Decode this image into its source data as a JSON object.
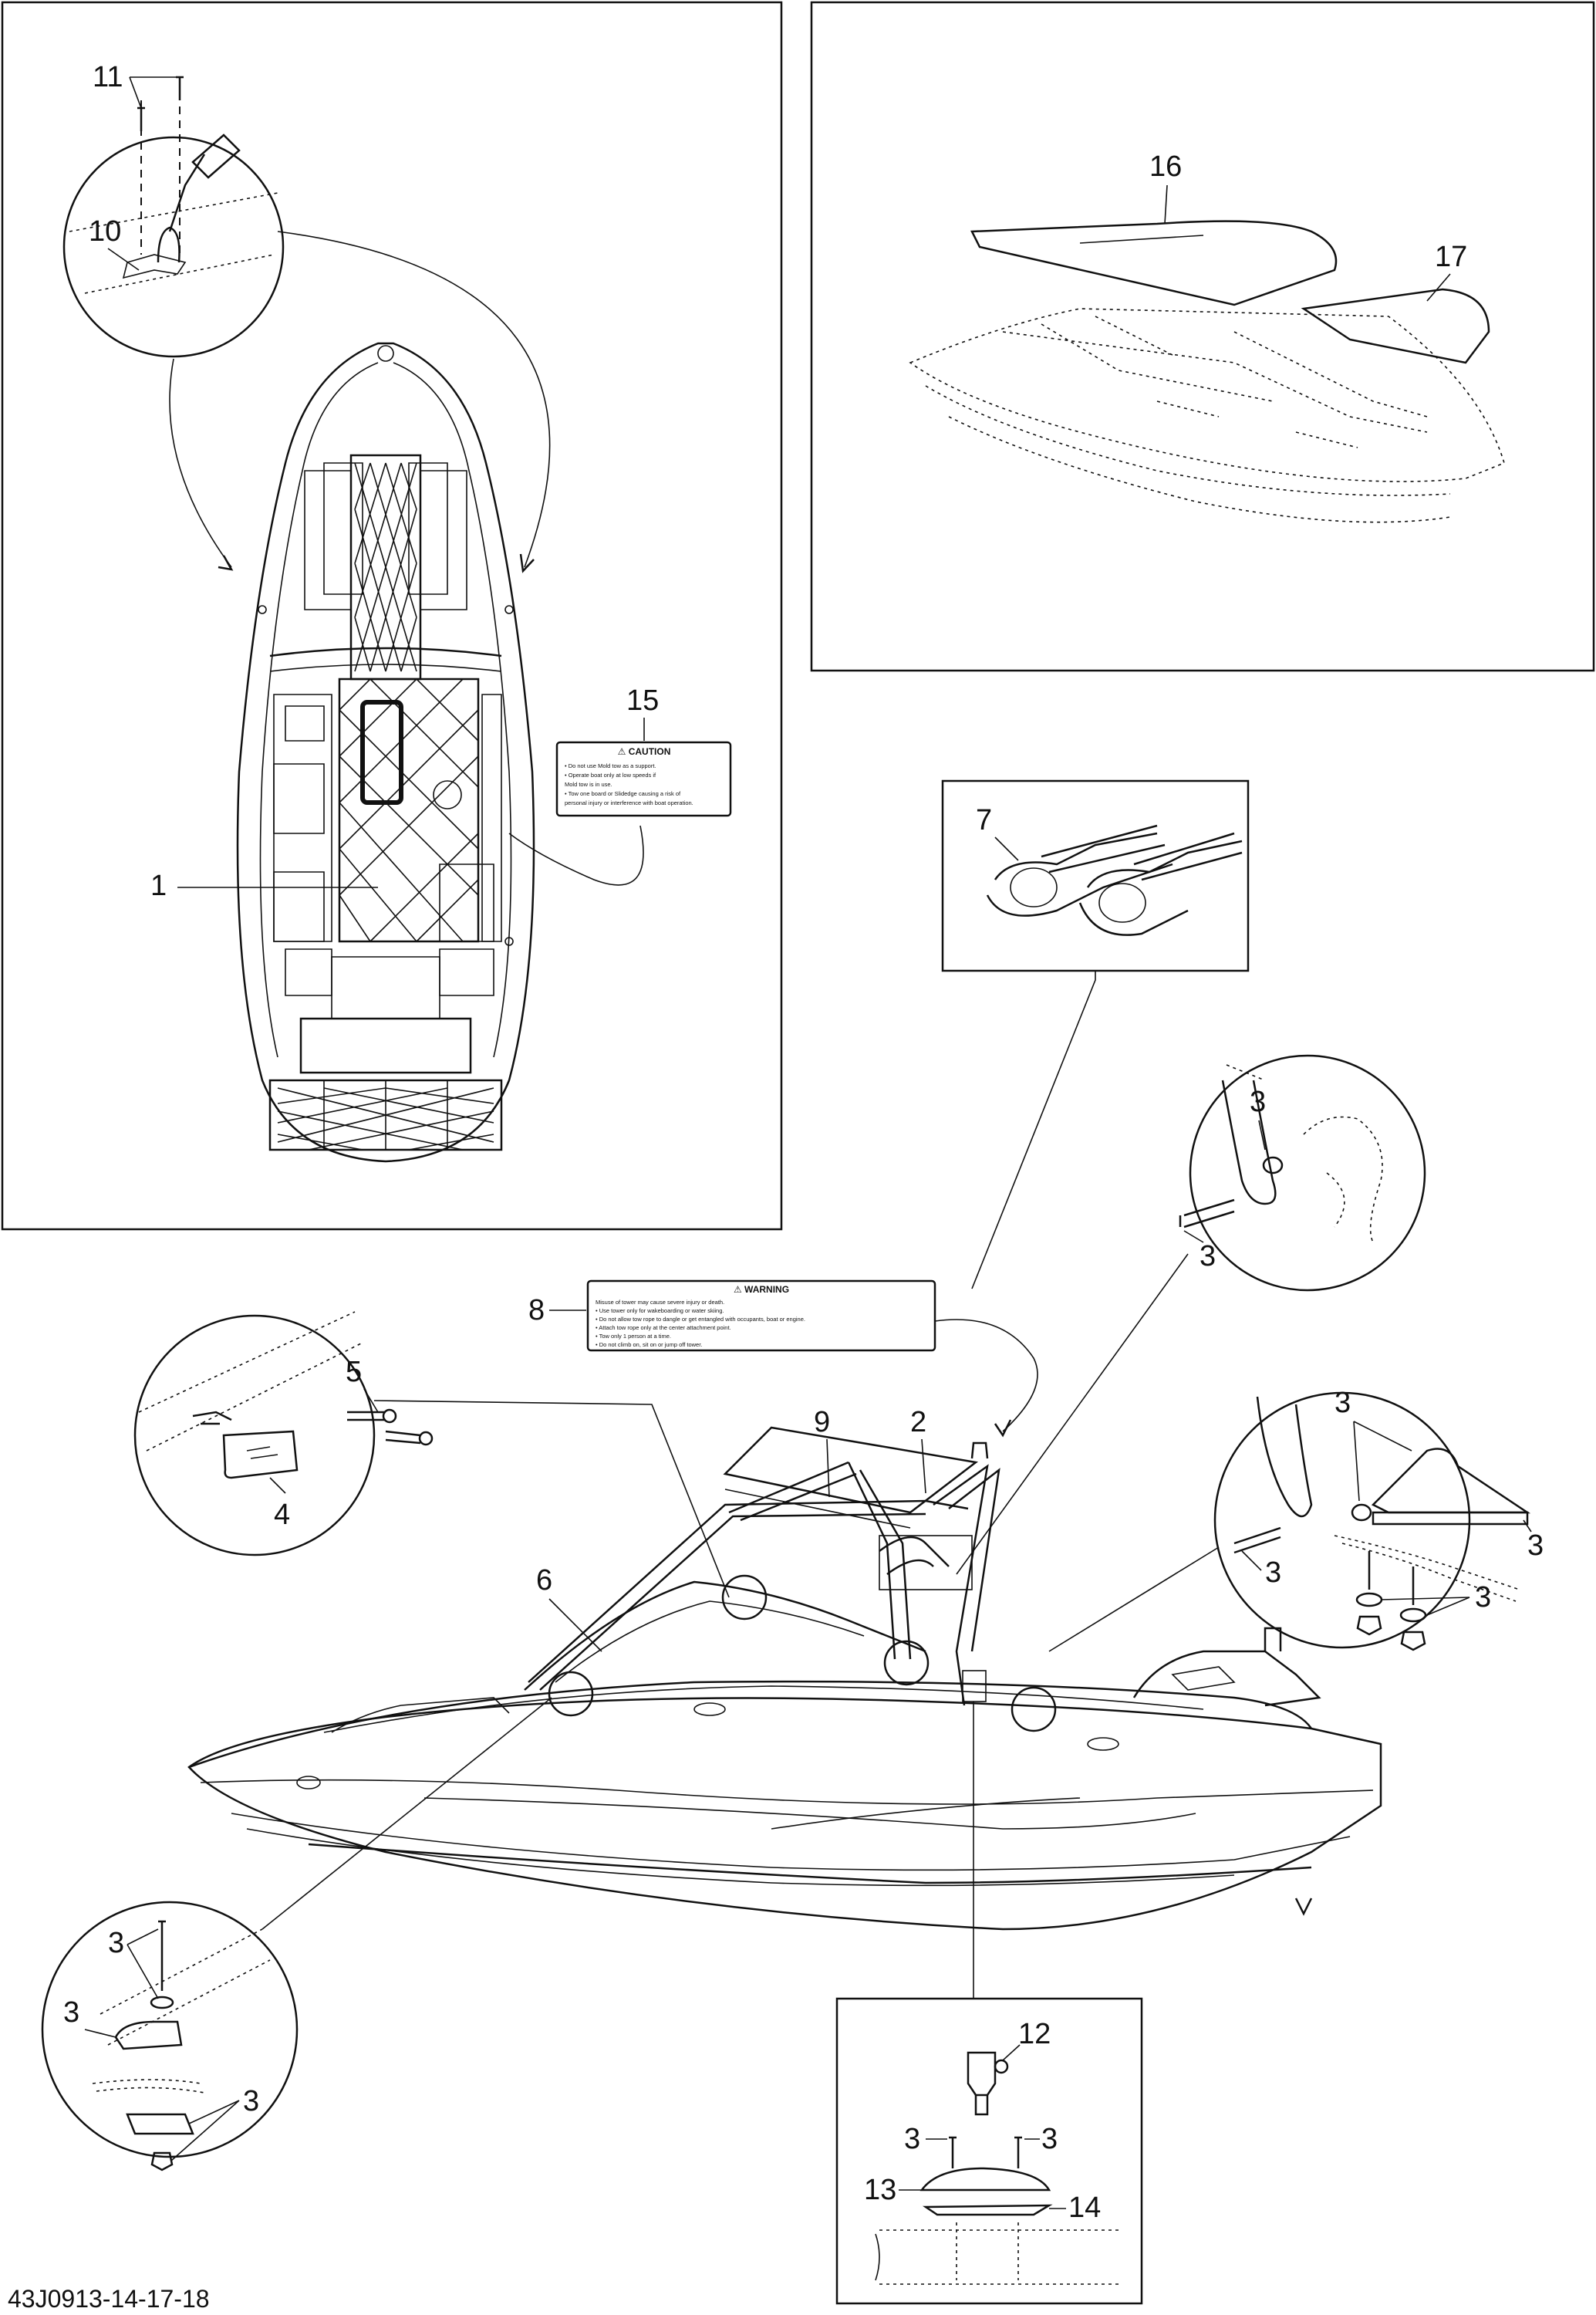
{
  "callouts": {
    "c1": "1",
    "c2": "2",
    "c3": "3",
    "c4": "4",
    "c5": "5",
    "c6": "6",
    "c7": "7",
    "c8": "8",
    "c9": "9",
    "c10": "10",
    "c11": "11",
    "c12": "12",
    "c13": "13",
    "c14": "14",
    "c15": "15",
    "c16": "16",
    "c17": "17"
  },
  "caution_decal": {
    "title": "⚠ CAUTION",
    "lines": [
      "• Do not use Mold tow as a support.",
      "• Operate boat only at low speeds if",
      "  Mold tow is in use.",
      "• Tow one board or Slidedge causing a risk of",
      "  personal injury or interference with boat operation."
    ]
  },
  "warning_decal": {
    "title": "⚠ WARNING",
    "lines": [
      "Misuse of tower may cause severe injury or death.",
      "• Use tower only for wakeboarding or water skiing.",
      "• Do not allow tow rope to dangle or get entangled with occupants, boat or engine.",
      "• Attach tow rope only at the center attachment point.",
      "• Tow only 1 person at a time.",
      "• Do not climb on, sit on or jump off tower."
    ]
  },
  "figure_code": "43J0913-14-17-18"
}
